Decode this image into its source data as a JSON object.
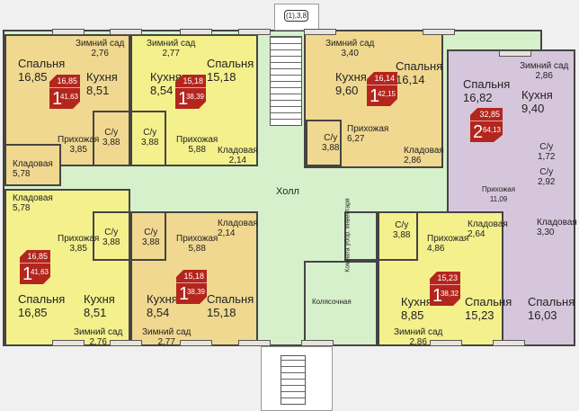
{
  "stair_tag": "(1),3,8",
  "hall": "Холл",
  "stroller": "Колясочная",
  "cleaning": "Комната убор. инвентаря",
  "a1": {
    "bed": [
      "Спальня",
      "16,85"
    ],
    "kit": [
      "Кухня",
      "8,51"
    ],
    "gar": [
      "Зимний сад",
      "2,76"
    ],
    "hall": [
      "Прихожая",
      "3,85"
    ],
    "wc": [
      "С/у",
      "3,88"
    ],
    "store": [
      "Кладовая",
      "5,78"
    ],
    "badge": {
      "living": "16,85",
      "rooms": "1",
      "total": "41,63"
    }
  },
  "a2": {
    "bed": [
      "Спальня",
      "15,18"
    ],
    "kit": [
      "Кухня",
      "8,54"
    ],
    "gar": [
      "Зимний сад",
      "2,77"
    ],
    "hall": [
      "Прихожая",
      "5,88"
    ],
    "wc": [
      "С/у",
      "3,88"
    ],
    "store": [
      "Кладовая",
      "2,14"
    ],
    "badge": {
      "living": "15,18",
      "rooms": "1",
      "total": "38,39"
    }
  },
  "a3": {
    "bed": [
      "Спальня",
      "16,14"
    ],
    "kit": [
      "Кухня",
      "9,60"
    ],
    "gar": [
      "Зимний сад",
      "3,40"
    ],
    "hall": [
      "Прихожая",
      "6,27"
    ],
    "wc": [
      "С/у",
      "3,88"
    ],
    "store": [
      "Кладовая",
      "2,86"
    ],
    "badge": {
      "living": "16,14",
      "rooms": "1",
      "total": "42,15"
    }
  },
  "a4": {
    "bed1": [
      "Спальня",
      "16,82"
    ],
    "bed2": [
      "Спальня",
      "16,03"
    ],
    "kit": [
      "Кухня",
      "9,40"
    ],
    "gar": [
      "Зимний сад",
      "2,86"
    ],
    "hall": [
      "Прихожая",
      "11,09"
    ],
    "wc1": [
      "С/у",
      "1,72"
    ],
    "wc2": [
      "С/у",
      "2,92"
    ],
    "store": [
      "Кладовая",
      "3,30"
    ],
    "badge": {
      "living": "32,85",
      "rooms": "2",
      "total": "64,13"
    }
  },
  "a5": {
    "bed": [
      "Спальня",
      "16,85"
    ],
    "kit": [
      "Кухня",
      "8,51"
    ],
    "gar": [
      "Зимний сад",
      "2,76"
    ],
    "hall": [
      "Прихожая",
      "3,85"
    ],
    "wc": [
      "С/у",
      "3,88"
    ],
    "store": [
      "Кладовая",
      "5,78"
    ],
    "badge": {
      "living": "16,85",
      "rooms": "1",
      "total": "41,63"
    }
  },
  "a6": {
    "bed": [
      "Спальня",
      "15,18"
    ],
    "kit": [
      "Кухня",
      "8,54"
    ],
    "gar": [
      "Зимний сад",
      "2,77"
    ],
    "hall": [
      "Прихожая",
      "5,88"
    ],
    "wc": [
      "С/у",
      "3,88"
    ],
    "store": [
      "Кладовая",
      "2,14"
    ],
    "badge": {
      "living": "15,18",
      "rooms": "1",
      "total": "38,39"
    }
  },
  "a7": {
    "bed": [
      "Спальня",
      "15,23"
    ],
    "kit": [
      "Кухня",
      "8,85"
    ],
    "gar": [
      "Зимний сад",
      "2,86"
    ],
    "hall": [
      "Прихожая",
      "4,86"
    ],
    "wc": [
      "С/у",
      "3,88"
    ],
    "store": [
      "Кладовая",
      "2,64"
    ],
    "badge": {
      "living": "15,23",
      "rooms": "1",
      "total": "38,32"
    }
  }
}
